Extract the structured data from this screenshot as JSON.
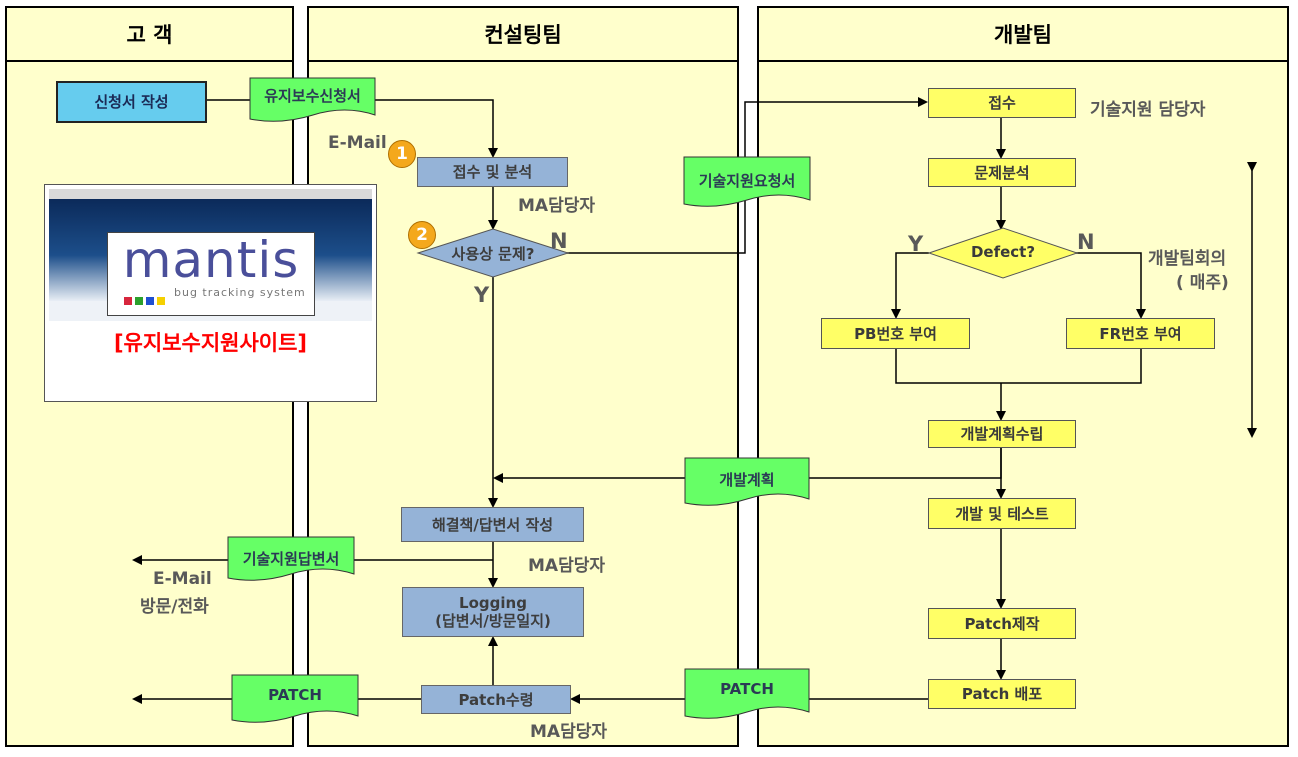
{
  "lanes": {
    "customer": "고 객",
    "consulting": "컨설팅팀",
    "development": "개발팀"
  },
  "customer": {
    "application_box": "신청서 작성",
    "mantis_logo": "mantis",
    "mantis_tagline": "bug tracking system",
    "site_caption": "[유지보수지원사이트]",
    "reply_channel_email": "E-Mail",
    "reply_channel_visit": "방문/전화"
  },
  "consulting": {
    "request_doc": "유지보수신청서",
    "email_label": "E-Mail",
    "step1_number": "1",
    "receive_box": "접수 및 분석",
    "ma_owner_1": "MA담당자",
    "step2_number": "2",
    "decision": "사용상 문제?",
    "decision_no": "N",
    "decision_yes": "Y",
    "solution_box": "해결책/답변서 작성",
    "ma_owner_2": "MA담당자",
    "logging_box_line1": "Logging",
    "logging_box_line2": "(답변서/방문일지)",
    "reply_doc": "기술지원답변서",
    "patch_receive_box": "Patch수령",
    "ma_owner_3": "MA담당자",
    "patch_doc_left": "PATCH",
    "tech_request_doc": "기술지원요청서",
    "dev_plan_doc": "개발계획",
    "patch_doc_right": "PATCH"
  },
  "development": {
    "receive_box": "접수",
    "receive_owner": "기술지원 담당자",
    "analysis_box": "문제분석",
    "decision": "Defect?",
    "decision_yes": "Y",
    "decision_no": "N",
    "meeting_line1": "개발팀회의",
    "meeting_line2": "( 매주)",
    "pb_box": "PB번호 부여",
    "fr_box": "FR번호 부여",
    "plan_box": "개발계획수립",
    "dev_test_box": "개발 및 테스트",
    "patch_make_box": "Patch제작",
    "patch_deploy_box": "Patch 배포"
  },
  "colors": {
    "lane_fill": "#ffffcc",
    "customer_box": "#66ccee",
    "consulting_box": "#95b3d7",
    "dev_box": "#ffff66",
    "document": "#66ff66",
    "step_badge": "#f4a81c",
    "site_caption": "#ff0000"
  }
}
